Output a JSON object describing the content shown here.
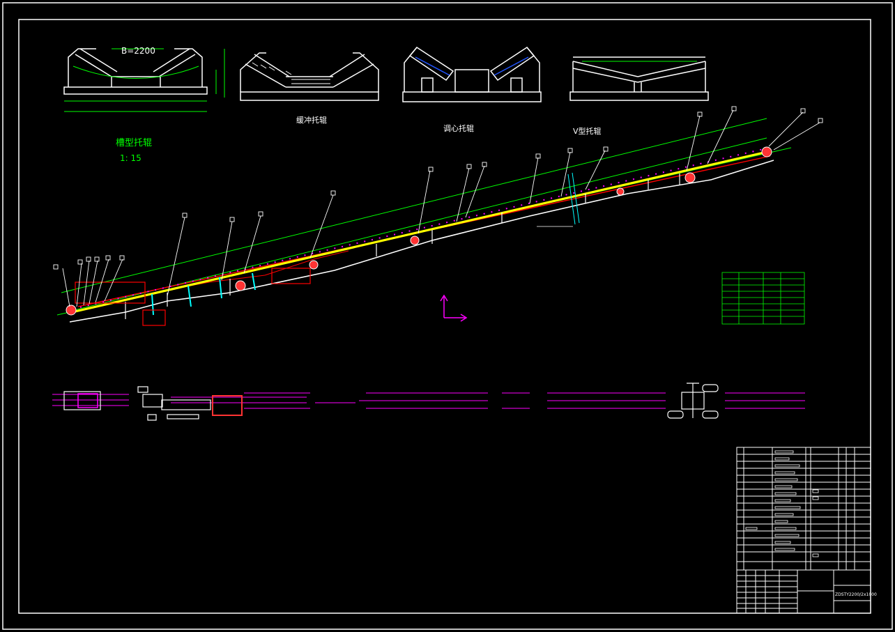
{
  "title_block_label": "ZDSTY2200/2x1000",
  "idlers": {
    "trough_dimension": "B=2200",
    "trough_caption": "槽型托辊",
    "trough_scale": "1: 15",
    "buffer_caption": "缓冲托辊",
    "aligning_caption": "调心托辊",
    "v_caption": "V型托辊"
  },
  "colors": {
    "frame": "#ffffff",
    "belt_carry": "#ffff00",
    "belt_return": "#ff0000",
    "dimension": "#00ff00",
    "cyan": "#00ffff",
    "magenta": "#ff00ff"
  }
}
